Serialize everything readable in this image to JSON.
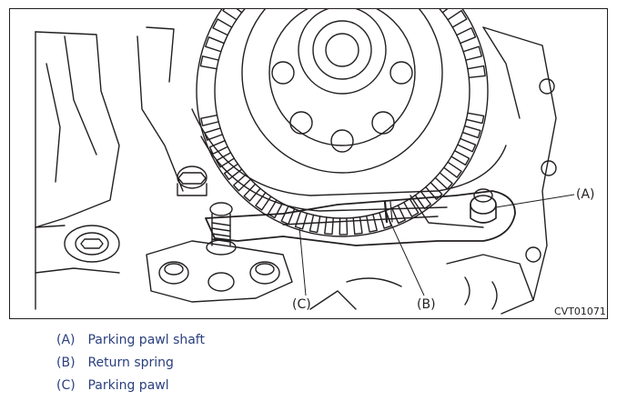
{
  "figure": {
    "callouts": {
      "a": "(A)",
      "b": "(B)",
      "c": "(C)"
    },
    "image_code": "CVT01071"
  },
  "legend": [
    {
      "key": "(A)",
      "label": "Parking pawl shaft"
    },
    {
      "key": "(B)",
      "label": "Return spring"
    },
    {
      "key": "(C)",
      "label": "Parking pawl"
    }
  ]
}
